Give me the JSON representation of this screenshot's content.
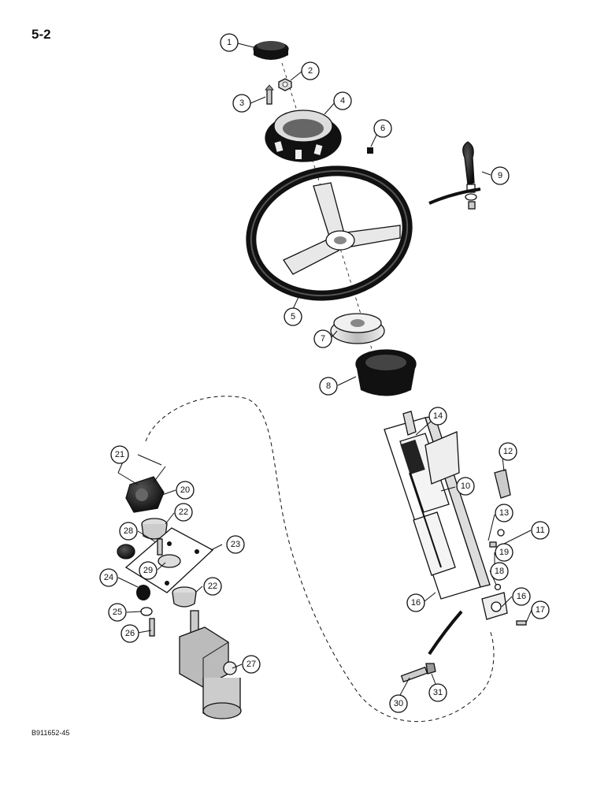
{
  "page_label": "5-2",
  "reference_code": "B911652-45",
  "callouts": {
    "c1": "1",
    "c2": "2",
    "c3": "3",
    "c4": "4",
    "c5": "5",
    "c6": "6",
    "c7": "7",
    "c8": "8",
    "c9": "9",
    "c10": "10",
    "c11": "11",
    "c12": "12",
    "c13": "13",
    "c14": "14",
    "c16a": "16",
    "c16b": "16",
    "c17": "17",
    "c18": "18",
    "c19": "19",
    "c20": "20",
    "c21": "21",
    "c22a": "22",
    "c22b": "22",
    "c23": "23",
    "c24": "24",
    "c25": "25",
    "c26": "26",
    "c27": "27",
    "c28": "28",
    "c29": "29",
    "c30": "30",
    "c31": "31"
  }
}
